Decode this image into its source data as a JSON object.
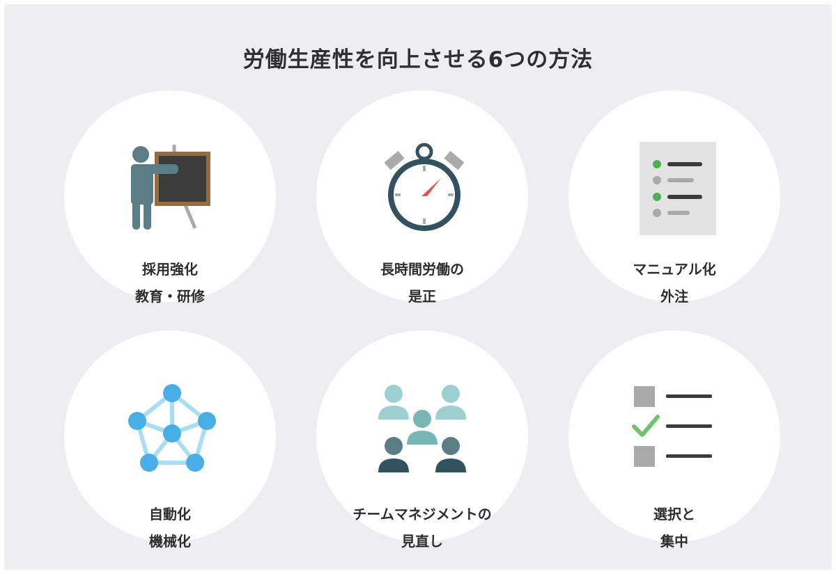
{
  "title": "労働生産性を向上させる6つの方法",
  "cards": [
    {
      "line1": "採用強化",
      "line2": "教育・研修",
      "icon": "teacher-blackboard-icon"
    },
    {
      "line1": "長時間労働の",
      "line2": "是正",
      "icon": "stopwatch-icon"
    },
    {
      "line1": "マニュアル化",
      "line2": "外注",
      "icon": "manual-list-icon"
    },
    {
      "line1": "自動化",
      "line2": "機械化",
      "icon": "network-nodes-icon"
    },
    {
      "line1": "チームマネジメントの",
      "line2": "見直し",
      "icon": "team-people-icon"
    },
    {
      "line1": "選択と",
      "line2": "集中",
      "icon": "checklist-icon"
    }
  ],
  "colors": {
    "background": "#ededf2",
    "card": "#ffffff",
    "text": "#2d2d2d",
    "slate": "#5a7d86",
    "board_frame": "#9a6b3f",
    "board": "#3b3b3b",
    "stopwatch": "#33525f",
    "needle": "#e3524a",
    "green_dot": "#4caf50",
    "node_blue": "#4aaee6",
    "node_line": "#a9dcf5",
    "teal_light": "#9ccfcf",
    "teal_mid": "#78b6b4",
    "check_green": "#6cc46b"
  }
}
